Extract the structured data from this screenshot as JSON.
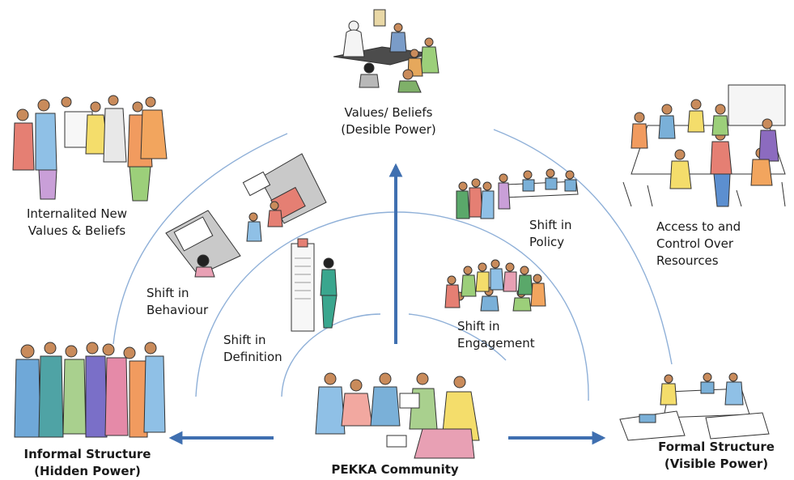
{
  "colors": {
    "arc": "#8fb0d8",
    "arrow": "#3f6fb0",
    "skin": "#c98b5b",
    "outline": "#333333"
  },
  "labels": {
    "top": {
      "line1": "Values/ Beliefs",
      "line2": "(Desible Power)"
    },
    "center": {
      "line1": "PEKKA Community"
    },
    "left": {
      "line1": "Informal Structure",
      "line2": "(Hidden Power)"
    },
    "right": {
      "line1": "Formal Structure",
      "line2": "(Visible Power)"
    },
    "internal": {
      "line1": "Internalited New",
      "line2": "Values & Beliefs"
    },
    "access": {
      "line1": "Access to and",
      "line2": "Control Over",
      "line3": "Resources"
    },
    "behaviour": {
      "line1": "Shift in",
      "line2": "Behaviour"
    },
    "definition": {
      "line1": "Shift in",
      "line2": "Definition"
    },
    "policy": {
      "line1": "Shift in",
      "line2": "Policy"
    },
    "engagement": {
      "line1": "Shift in",
      "line2": "Engagement"
    }
  },
  "icons": {
    "top": "group-discussion-illustration",
    "center": "community-women-illustration",
    "left": "villagers-illustration",
    "right": "office-meeting-illustration",
    "internal": "villagers-reading-notice-illustration",
    "access": "conference-meeting-illustration",
    "behaviour": "village-notice-boards-illustration",
    "definition": "woman-at-chart-illustration",
    "policy": "panel-hearing-illustration",
    "engagement": "crowd-gathering-illustration"
  }
}
